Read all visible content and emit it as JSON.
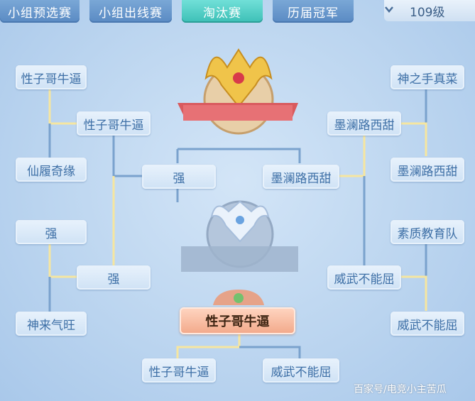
{
  "tabs": [
    {
      "label": "小组预选赛",
      "active": false
    },
    {
      "label": "小组出线赛",
      "active": false
    },
    {
      "label": "淘汰赛",
      "active": true
    },
    {
      "label": "历届冠军",
      "active": false
    }
  ],
  "level_selector": {
    "value": "109级"
  },
  "bracket": {
    "left_round1": [
      "性子哥牛逼",
      "仙履奇缘",
      "强",
      "神来气旺"
    ],
    "left_round2": [
      "性子哥牛逼",
      "强"
    ],
    "left_semifinal": "强",
    "right_round1": [
      "神之手真菜",
      "墨澜路西甜",
      "素质教育队",
      "威武不能屈"
    ],
    "right_round2": [
      "墨澜路西甜",
      "威武不能屈"
    ],
    "right_semifinal": "墨澜路西甜",
    "final": [
      "性子哥牛逼",
      "威武不能屈"
    ],
    "champion": "性子哥牛逼"
  },
  "watermark": "百家号/电竞小主苦瓜",
  "colors": {
    "highlight_line": "#f6e6a0",
    "normal_line": "#7aa2cd"
  }
}
